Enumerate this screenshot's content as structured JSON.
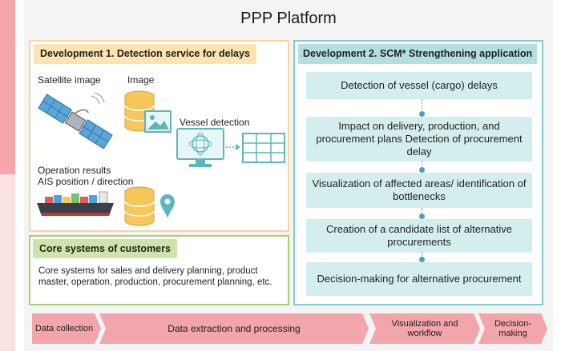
{
  "title": "PPP Platform",
  "development1": {
    "heading": "Development 1. Detection service for delays",
    "satellite_label": "Satellite image",
    "image_label": "Image",
    "vessel_detection_label": "Vessel detection",
    "operation_results_label": "Operation results",
    "ais_label": "AIS position / direction"
  },
  "core_systems": {
    "heading": "Core systems of customers",
    "description": "Core systems for sales and delivery planning, product master, operation, production, procurement planning, etc."
  },
  "development2": {
    "heading": "Development 2. SCM* Strengthening application",
    "steps": [
      "Detection of vessel (cargo) delays",
      "Impact on delivery, production, and procurement plans Detection of procurement delay",
      "Visualization of affected areas/ identification of bottlenecks",
      "Creation of a candidate list of alternative procurements",
      "Decision-making for alternative procurement"
    ]
  },
  "process_flow": [
    "Data collection",
    "Data extraction and processing",
    "Visualization and workflow",
    "Decision-making"
  ],
  "colors": {
    "dev1_border": "#f7d79b",
    "dev1_heading_bg": "#fbe3b2",
    "core_border": "#a6cf6f",
    "core_heading_bg": "#cde5a8",
    "dev2_border": "#7fcccf",
    "dev2_heading_bg": "#b4dfe0",
    "step_bg": "#d4eeee",
    "flow_arrow": "#f2a5aa"
  },
  "icons": [
    "satellite-icon",
    "database-icon",
    "image-icon",
    "monitor-icon",
    "grid-table-icon",
    "cargo-ship-icon",
    "location-database-icon",
    "arrow-right-icon"
  ]
}
